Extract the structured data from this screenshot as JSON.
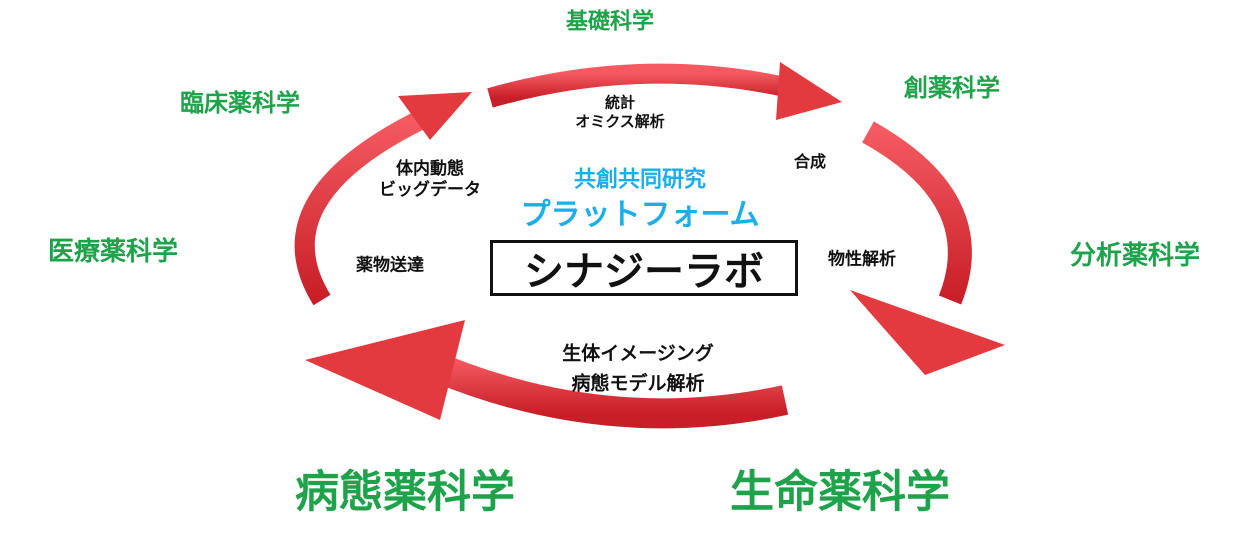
{
  "title": "シナジーラボ",
  "platform": {
    "line1": "共創共同研究",
    "line2": "プラットフォーム"
  },
  "fields": {
    "basic": "基礎科学",
    "drug_discovery": "創薬科学",
    "clinical": "臨床薬科学",
    "medical": "医療薬科学",
    "analytical": "分析薬科学",
    "pathological": "病態薬科学",
    "life": "生命薬科学"
  },
  "topics": {
    "stats": "統計",
    "omics": "オミクス解析",
    "synthesis": "合成",
    "pk": "体内動態",
    "bigdata": "ビッグデータ",
    "delivery": "薬物送達",
    "physchem": "物性解析",
    "imaging": "生体イメージング",
    "model": "病態モデル解析"
  },
  "colors": {
    "arrow": "#e8313a",
    "field": "#1ea34b",
    "platform": "#1aaeea"
  }
}
